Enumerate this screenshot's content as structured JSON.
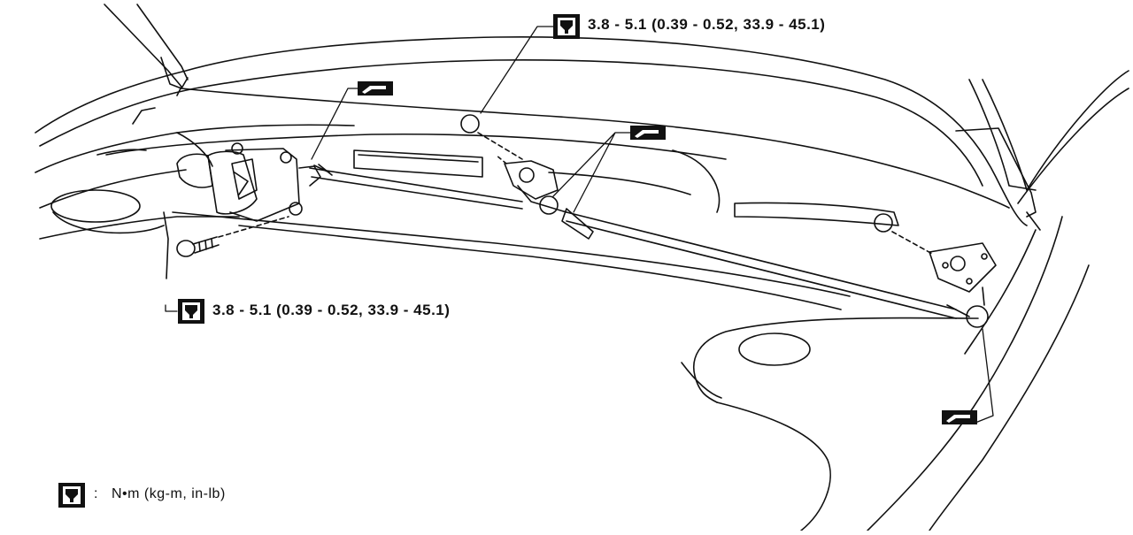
{
  "torque_labels": {
    "top": "3.8  -  5.1  (0.39  -  0.52,  33.9  -  45.1)",
    "left": "3.8  -  5.1  (0.39  -  0.52,  33.9  -  45.1)"
  },
  "legend": {
    "separator": ":",
    "unit_text": "N•m  (kg-m,  in-lb)"
  },
  "icons": {
    "torque": "torque-wrench-icon",
    "grease": "grease-application-icon"
  },
  "colors": {
    "line": "#111111",
    "background": "#ffffff"
  }
}
